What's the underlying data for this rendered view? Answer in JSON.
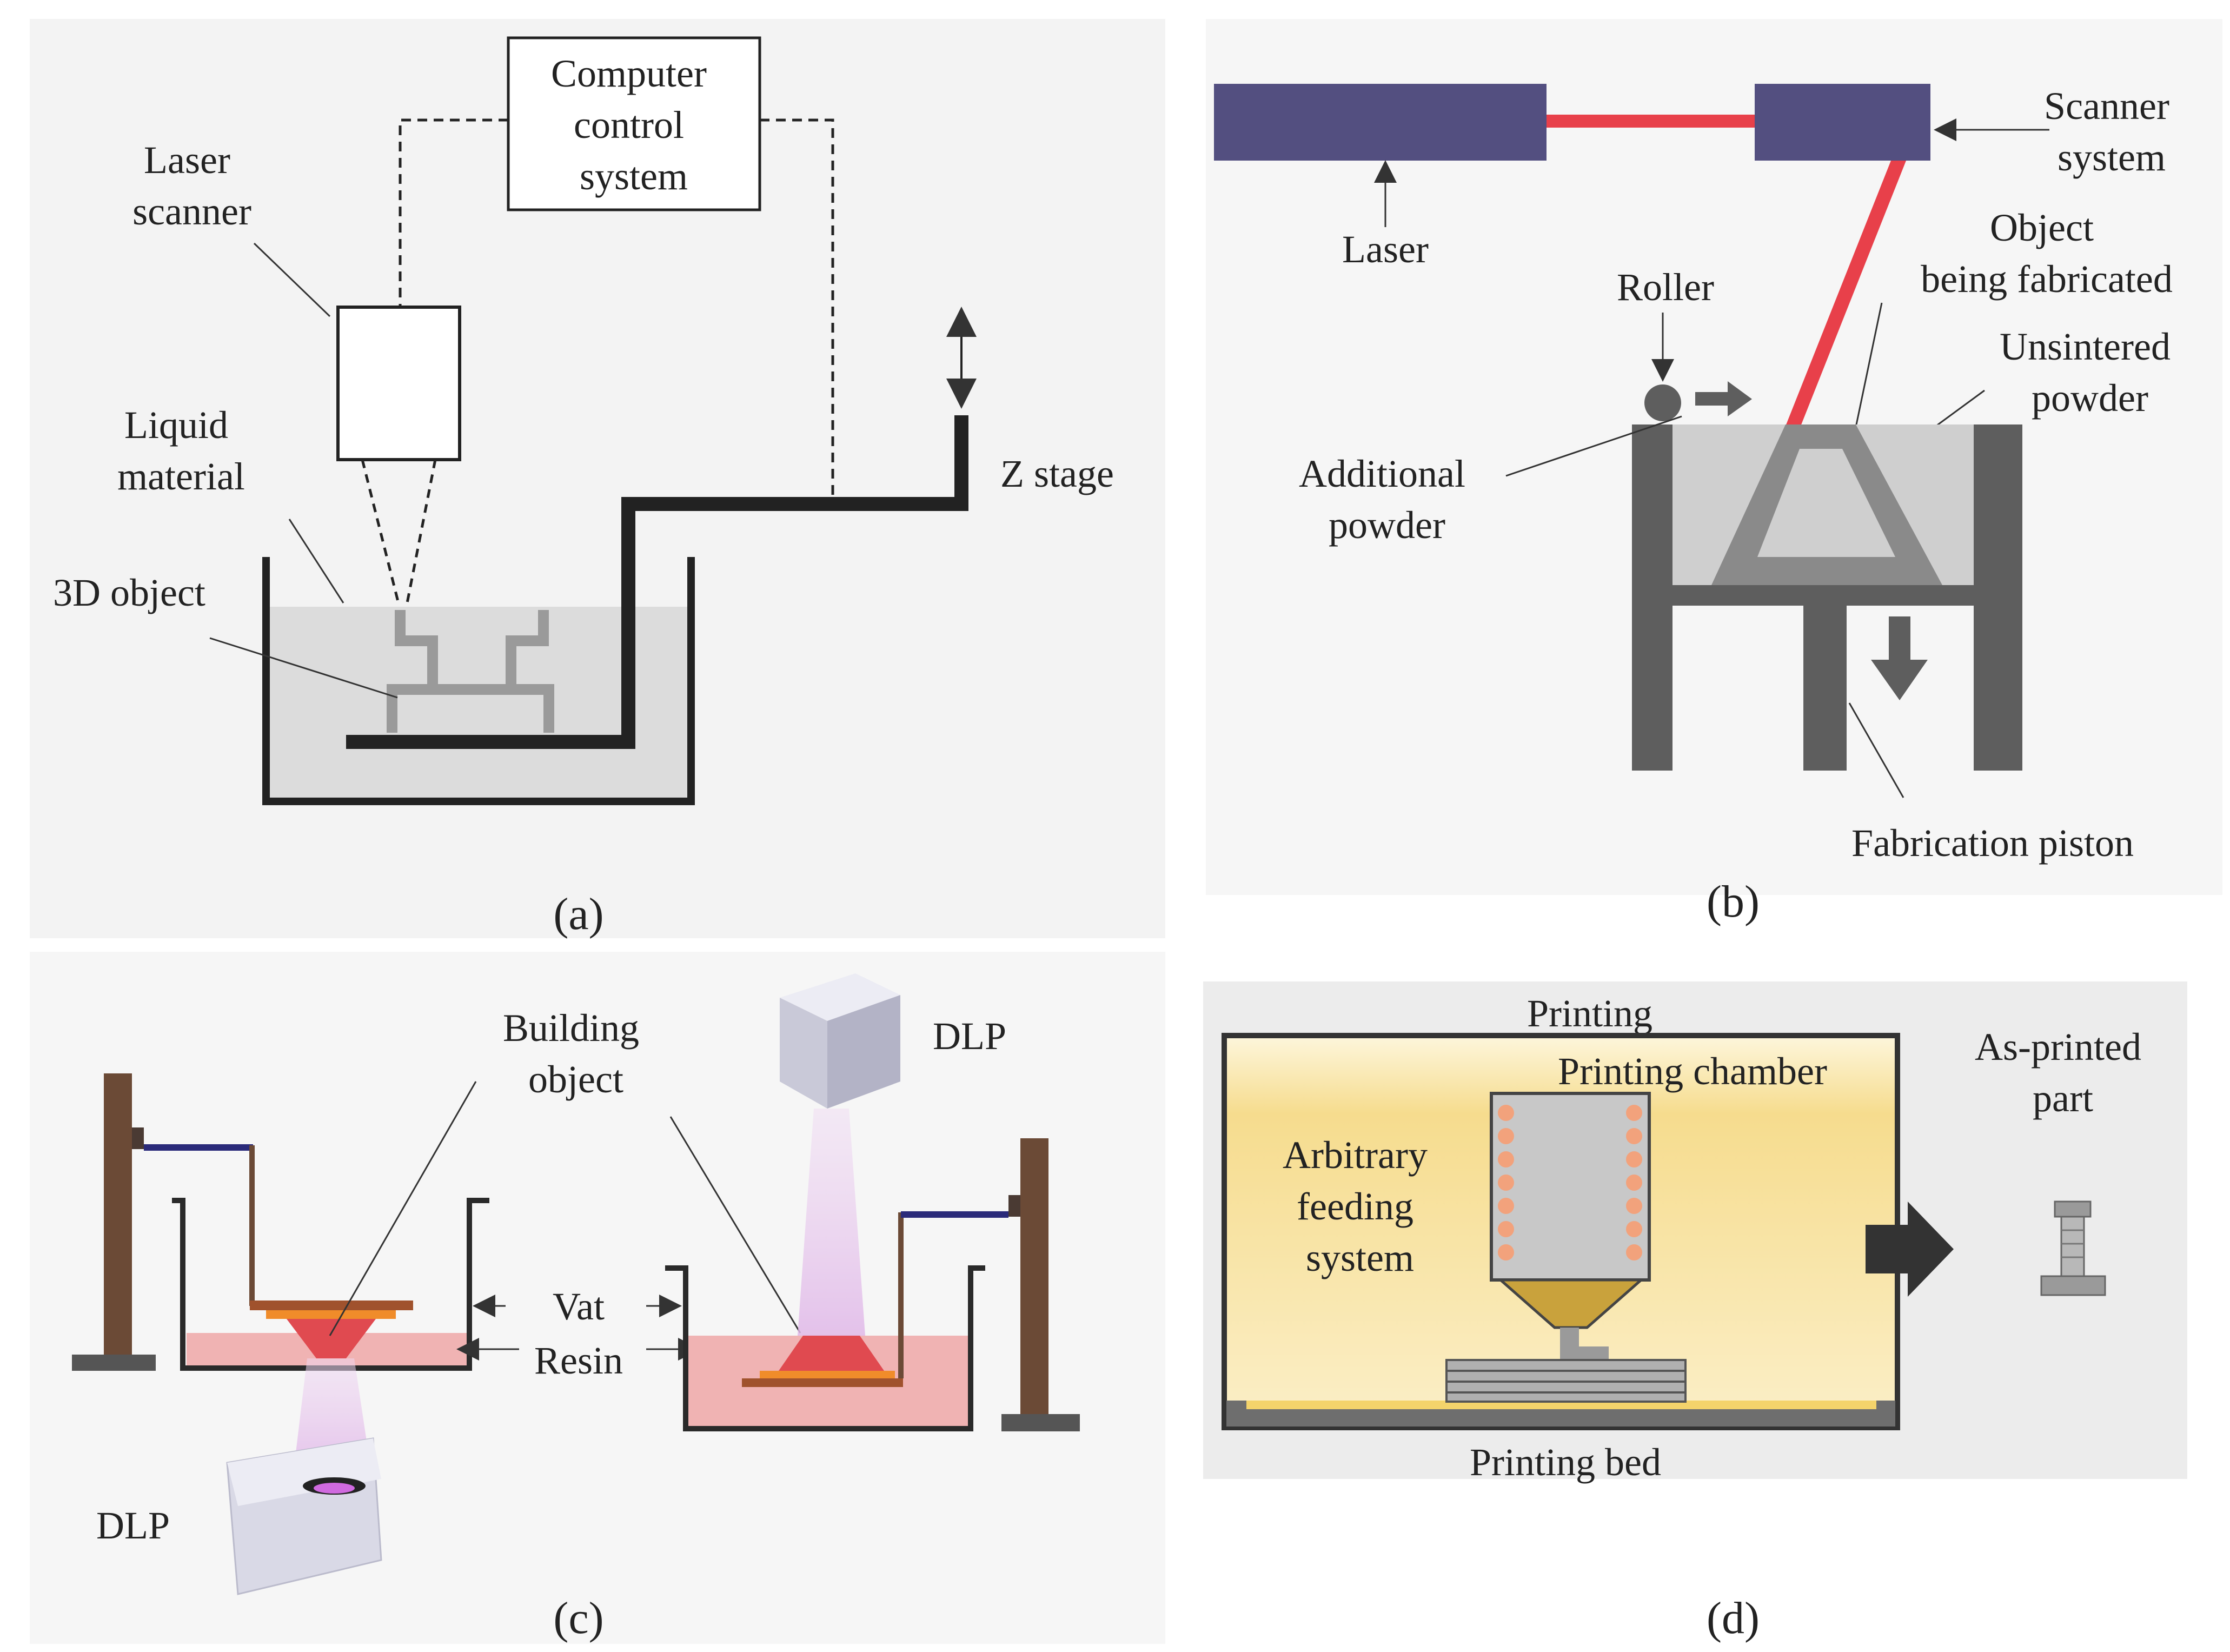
{
  "panels": {
    "a": {
      "caption": "(a)",
      "computer_control": [
        "Computer",
        "control",
        "system"
      ],
      "laser_scanner": [
        "Laser",
        "scanner"
      ],
      "liquid_material": [
        "Liquid",
        "material"
      ],
      "object_3d": "3D object",
      "z_stage": "Z stage"
    },
    "b": {
      "caption": "(b)",
      "laser": "Laser",
      "scanner_system": [
        "Scanner",
        "system"
      ],
      "object_fabricated": [
        "Object",
        "being fabricated"
      ],
      "roller": "Roller",
      "unsintered_powder": [
        "Unsintered",
        "powder"
      ],
      "additional_powder": [
        "Additional",
        "powder"
      ],
      "fabrication_piston": "Fabrication piston"
    },
    "c": {
      "caption": "(c)",
      "building_object": [
        "Building",
        "object"
      ],
      "dlp_top": "DLP",
      "dlp_bottom": "DLP",
      "vat": "Vat",
      "resin": "Resin"
    },
    "d": {
      "caption": "(d)",
      "printing": "Printing",
      "printing_chamber": "Printing chamber",
      "feeding_system": [
        "Arbitrary",
        "feeding",
        "system"
      ],
      "as_printed": [
        "As-printed",
        "part"
      ],
      "printing_bed": "Printing bed"
    }
  },
  "colors": {
    "laser_block": "#534f80",
    "laser_beam": "#e8404a",
    "machine_dark": "#5e5e5e",
    "powder": "#cfcfcf",
    "resin": "#f0b3b3",
    "stand": "#6b4a36",
    "chamber_yellow": "#f7e3a5",
    "nozzle_gold": "#c9a23c",
    "heater_dots": "#f2a27c"
  }
}
